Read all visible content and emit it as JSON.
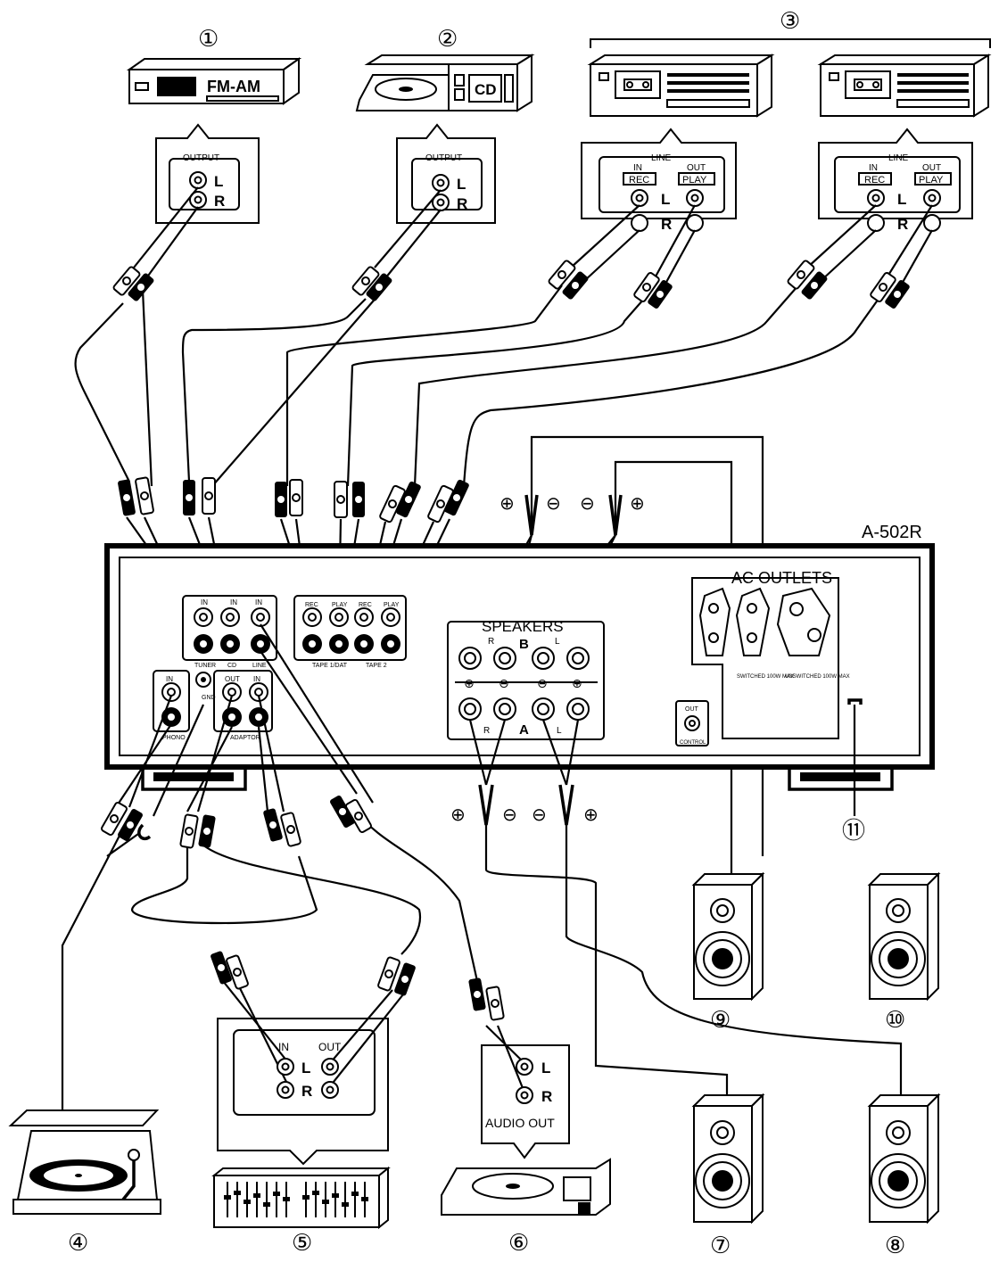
{
  "model": "A-502R",
  "callouts": [
    "①",
    "②",
    "③",
    "④",
    "⑤",
    "⑥",
    "⑦",
    "⑧",
    "⑨",
    "⑩",
    "⑪"
  ],
  "devices": {
    "tuner": {
      "label": "FM-AM"
    },
    "cd": {
      "label": "CD"
    }
  },
  "panels": {
    "output": "OUTPUT",
    "line": "LINE",
    "in": "IN",
    "out": "OUT",
    "rec": "REC",
    "play": "PLAY",
    "l": "L",
    "r": "R",
    "audio_out": "AUDIO OUT"
  },
  "rear_panel": {
    "speakers": "SPEAKERS",
    "a": "A",
    "b": "B",
    "r": "R",
    "l": "L",
    "tuner": "TUNER",
    "cd": "CD",
    "line": "LINE",
    "tape1": "TAPE 1/DAT",
    "tape2": "TAPE 2",
    "phono": "PHONO",
    "adaptor": "ADAPTOR",
    "gnd": "GND",
    "rec": "REC",
    "play": "PLAY",
    "in": "IN",
    "out": "OUT",
    "ac_outlets": "AC OUTLETS",
    "switched": "SWITCHED 100W MAX",
    "unswitched": "UNSWITCHED 100W MAX",
    "control": "CONTROL",
    "control_out": "OUT"
  },
  "polarity": {
    "plus": "⊕",
    "minus": "⊖"
  }
}
